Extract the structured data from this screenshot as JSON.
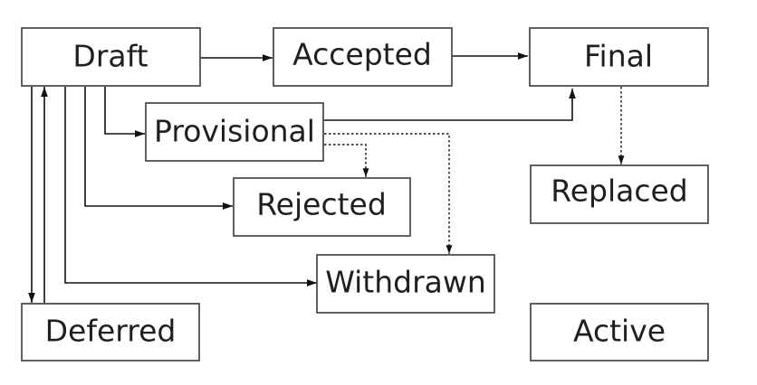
{
  "diagram": {
    "nodes": {
      "draft": {
        "label": "Draft"
      },
      "accepted": {
        "label": "Accepted"
      },
      "final": {
        "label": "Final"
      },
      "provisional": {
        "label": "Provisional"
      },
      "rejected": {
        "label": "Rejected"
      },
      "replaced": {
        "label": "Replaced"
      },
      "withdrawn": {
        "label": "Withdrawn"
      },
      "deferred": {
        "label": "Deferred"
      },
      "active": {
        "label": "Active"
      }
    },
    "edges": [
      {
        "from": "Draft",
        "to": "Accepted",
        "style": "solid"
      },
      {
        "from": "Accepted",
        "to": "Final",
        "style": "solid"
      },
      {
        "from": "Draft",
        "to": "Provisional",
        "style": "solid"
      },
      {
        "from": "Provisional",
        "to": "Final",
        "style": "solid"
      },
      {
        "from": "Provisional",
        "to": "Rejected",
        "style": "dotted"
      },
      {
        "from": "Provisional",
        "to": "Withdrawn",
        "style": "dotted"
      },
      {
        "from": "Final",
        "to": "Replaced",
        "style": "dotted"
      },
      {
        "from": "Draft",
        "to": "Rejected",
        "style": "solid"
      },
      {
        "from": "Draft",
        "to": "Withdrawn",
        "style": "solid"
      },
      {
        "from": "Draft",
        "to": "Deferred",
        "style": "solid"
      },
      {
        "from": "Deferred",
        "to": "Draft",
        "style": "solid"
      }
    ]
  }
}
